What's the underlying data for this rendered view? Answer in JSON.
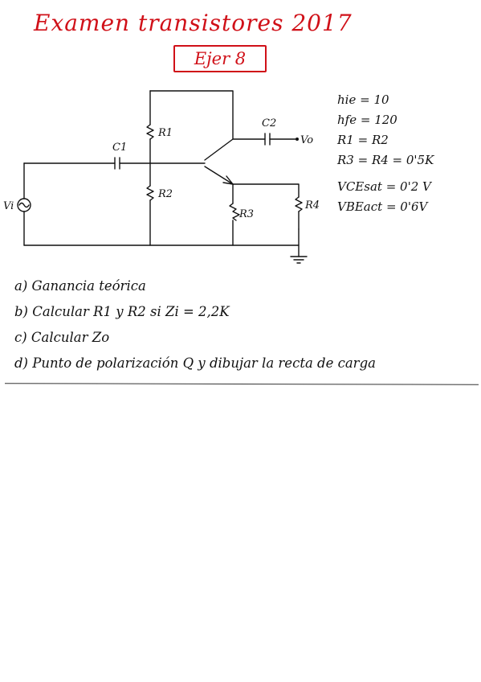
{
  "header": {
    "title": "Examen transistores 2017",
    "exercise_label": "Ejer 8"
  },
  "circuit": {
    "labels": {
      "c1": "C1",
      "c2": "C2",
      "r1": "R1",
      "r2": "R2",
      "r3": "R3",
      "r4": "R4",
      "vi": "Vi",
      "vo": "Vo"
    }
  },
  "params": [
    "hie = 10",
    "hfe = 120",
    "R1 = R2",
    "R3 = R4 = 0'5K",
    "VCEsat = 0'2 V",
    "VBEact = 0'6V"
  ],
  "questions": [
    "a) Ganancia teórica",
    "b) Calcular R1 y R2 si Zi = 2,2K",
    "c) Calcular Zo",
    "d) Punto de polarización Q y dibujar la recta de carga"
  ],
  "colors": {
    "ink": "#111111",
    "red_ink": "#d01018"
  }
}
